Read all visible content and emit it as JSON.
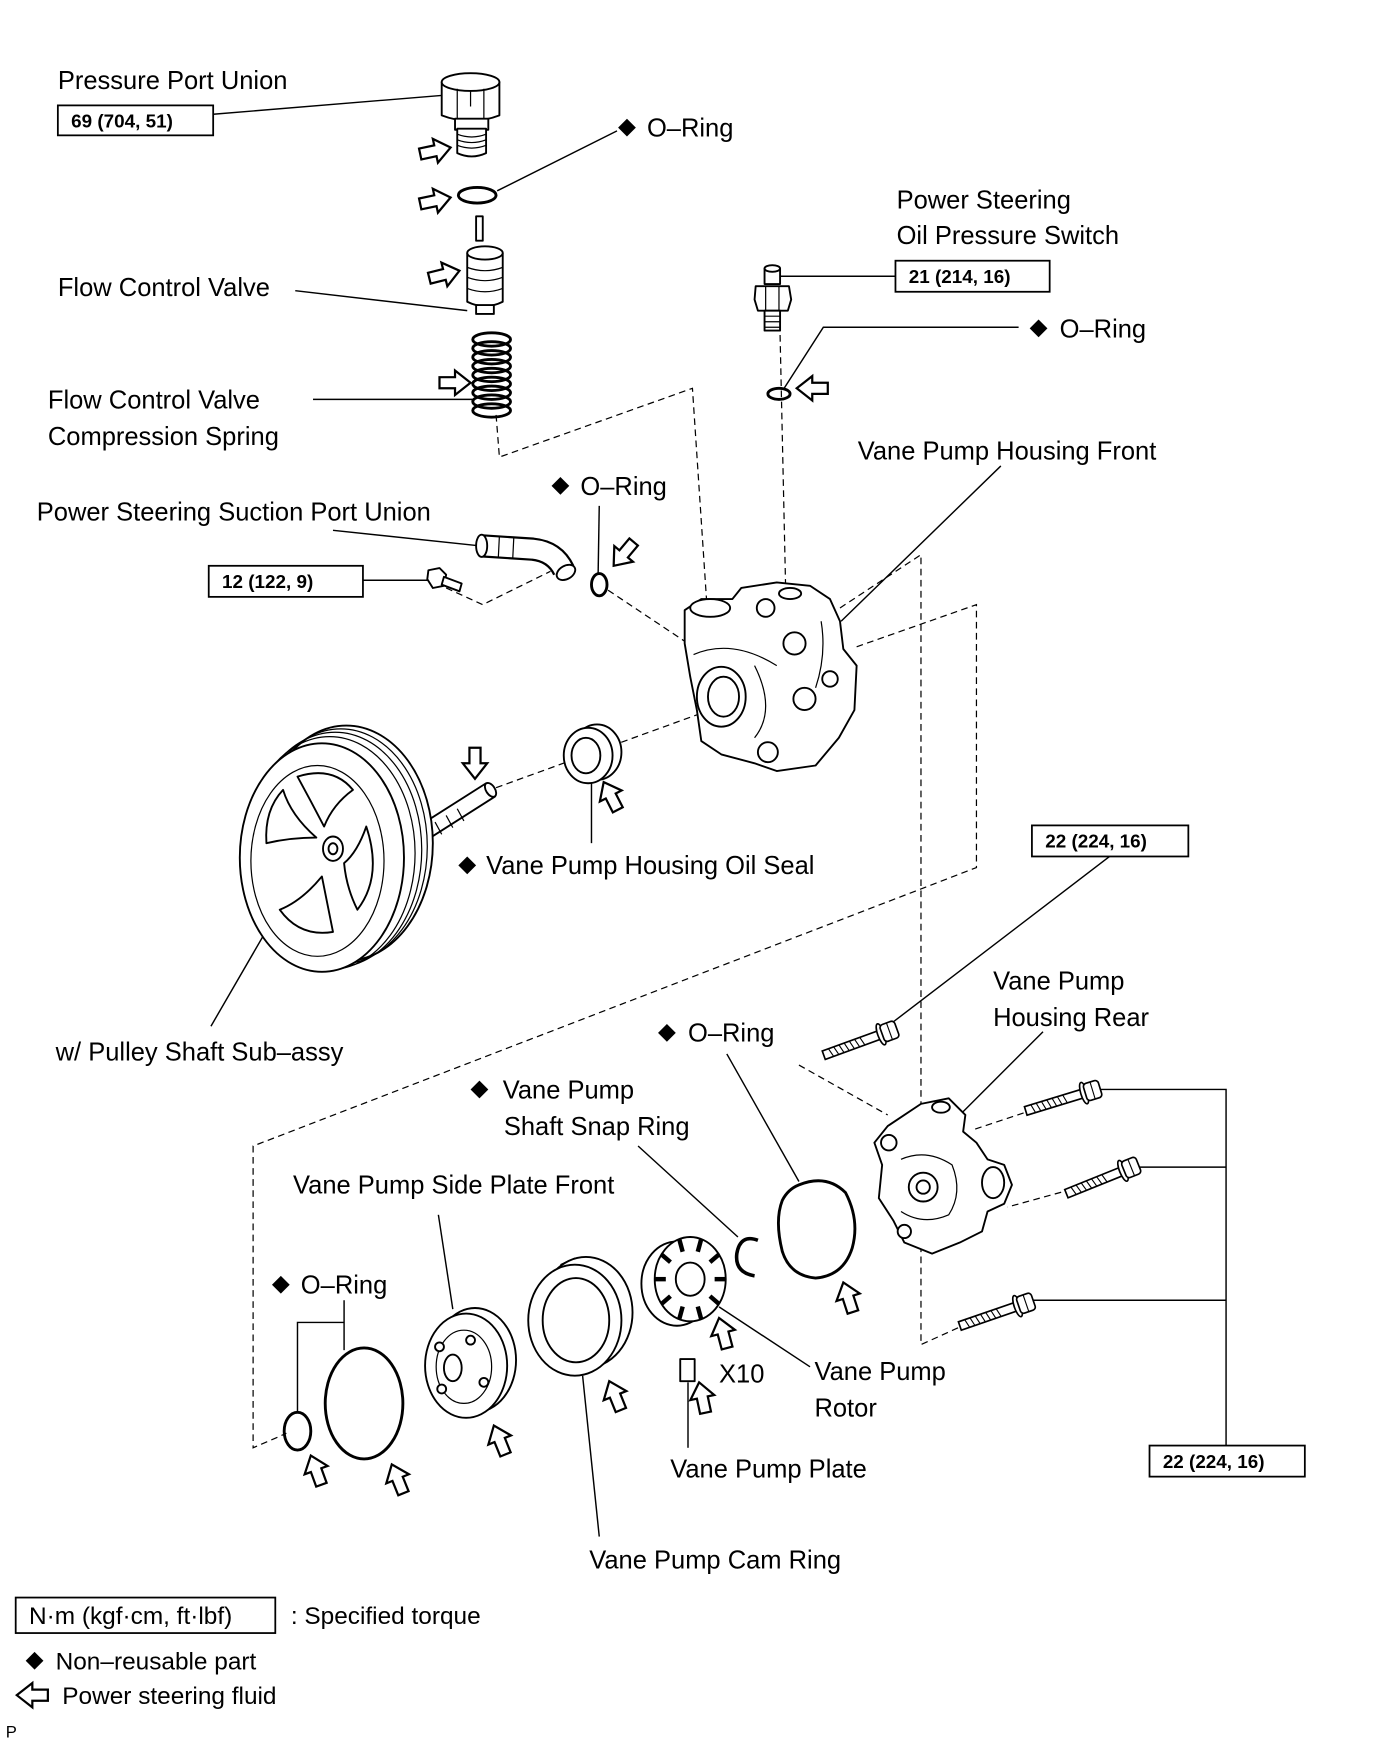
{
  "labels": {
    "pressure_port_union": "Pressure Port Union",
    "o_ring": [
      "O–Ring",
      "O–Ring",
      "O–Ring",
      "O–Ring",
      "O–Ring"
    ],
    "pressure_switch_line1": "Power Steering",
    "pressure_switch_line2": "Oil Pressure Switch",
    "flow_control_valve": "Flow Control Valve",
    "spring_line1": "Flow Control Valve",
    "spring_line2": "Compression Spring",
    "housing_front": "Vane Pump Housing Front",
    "suction_port_union": "Power Steering Suction Port Union",
    "oil_seal": "Vane Pump Housing Oil Seal",
    "housing_rear_line1": "Vane Pump",
    "housing_rear_line2": "Housing Rear",
    "pulley_shaft": "w/ Pulley Shaft Sub–assy",
    "snap_ring_line1": "Vane Pump",
    "snap_ring_line2": "Shaft Snap Ring",
    "side_plate_front": "Vane Pump Side Plate Front",
    "rotor_line1": "Vane Pump",
    "rotor_line2": "Rotor",
    "vane_plate": "Vane Pump Plate",
    "vane_count": "X10",
    "cam_ring": "Vane Pump Cam Ring",
    "figure_code": "P"
  },
  "torques": {
    "pressure_port_union": "69 (704, 51)",
    "pressure_switch": "21 (214, 16)",
    "suction_union_bolt": "12 (122, 9)",
    "housing_rear_bolt_upper": "22 (224, 16)",
    "housing_rear_bolts": "22 (224, 16)"
  },
  "legend": {
    "torque_unit": "N·m (kgf·cm, ft·lbf)",
    "torque_desc": ": Specified torque",
    "non_reusable": "Non–reusable part",
    "fluid": "Power steering fluid"
  },
  "icons": {
    "non_reusable": "black-diamond-icon",
    "fluid": "hollow-arrow-icon"
  },
  "colors": {
    "ink": "#000000",
    "background": "#ffffff"
  }
}
